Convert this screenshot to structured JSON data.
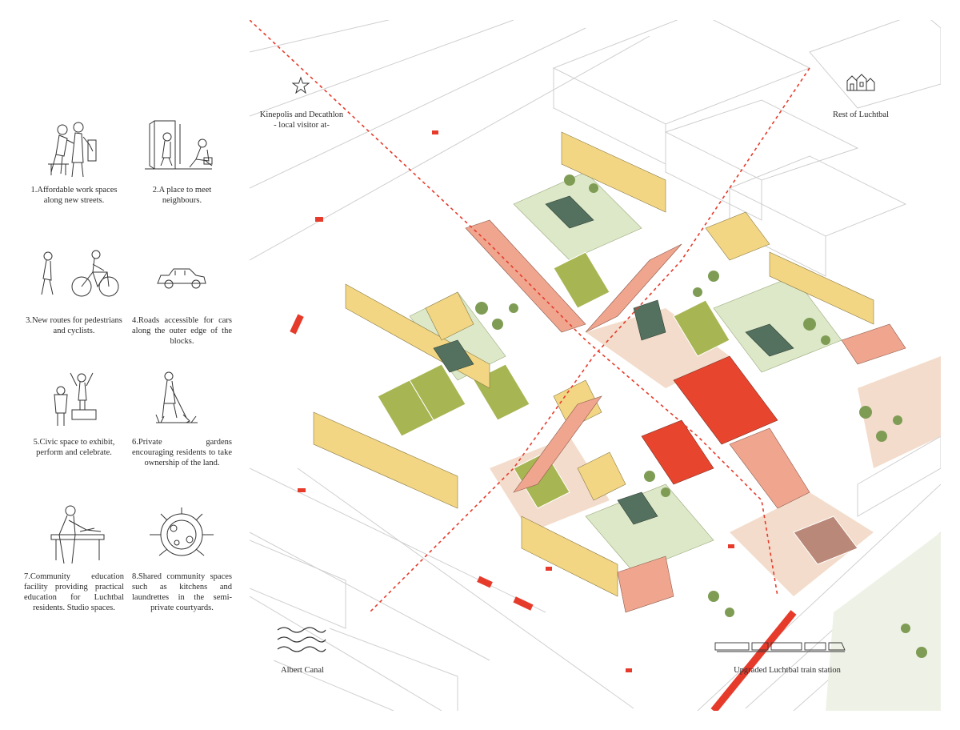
{
  "legend": {
    "items": [
      {
        "number": "1",
        "text": "1.Affordable work spaces along new streets."
      },
      {
        "number": "2",
        "text": "2.A place to meet neighbours."
      },
      {
        "number": "3",
        "text": "3.New routes for pedestrians and cyclists."
      },
      {
        "number": "4",
        "text": "4.Roads accessible for cars along the outer edge of the blocks."
      },
      {
        "number": "5",
        "text": "5.Civic space to exhibit, perform and celebrate."
      },
      {
        "number": "6",
        "text": "6.Private gardens encouraging residents to take ownership of the land."
      },
      {
        "number": "7",
        "text": "7.Community education facility providing practical education for Luchtbal residents. Studio spaces."
      },
      {
        "number": "8",
        "text": "8.Shared community spaces such as kitchens and laundrettes in the semi-private courtyards."
      }
    ]
  },
  "map": {
    "labels": {
      "kinepolis": "Kinepolis and Decathlon - local visitor at-",
      "rest_of_luchtbal": "Rest of Luchtbal",
      "albert_canal": "Albert Canal",
      "train_station": "Upgraded Luchtbal train station"
    },
    "icons": {
      "kinepolis": "star-icon",
      "rest_of_luchtbal": "houses-icon",
      "albert_canal": "waves-icon",
      "train_station": "train-icon"
    }
  },
  "colors": {
    "residential_yellow": "#f2d684",
    "workspace_pink": "#f0a58f",
    "community_red": "#e8452e",
    "garden_green": "#a7b552",
    "courtyard_green": "#dce8c8",
    "tree_green": "#7f9c55",
    "pavilion_teal": "#54705f",
    "route_red": "#e63b2b",
    "plaza_beige": "#f3dccb",
    "context_line": "#c8c8c8"
  }
}
